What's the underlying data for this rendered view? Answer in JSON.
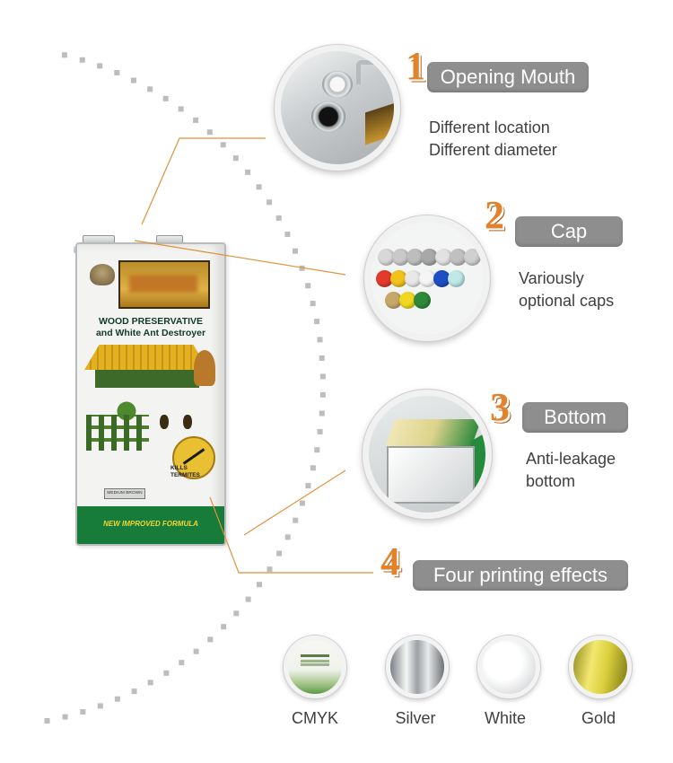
{
  "features": [
    {
      "number": "1",
      "title": "Opening Mouth",
      "description": [
        "Different location",
        "Different diameter"
      ]
    },
    {
      "number": "2",
      "title": "Cap",
      "description": [
        "Variously",
        "optional caps"
      ]
    },
    {
      "number": "3",
      "title": "Bottom",
      "description": [
        "Anti-leakage",
        "bottom"
      ]
    },
    {
      "number": "4",
      "title": "Four printing effects"
    }
  ],
  "printing_effects": [
    "CMYK",
    "Silver",
    "White",
    "Gold"
  ],
  "can_label": {
    "title_line1": "WOOD PRESERVATIVE",
    "title_line2": "and White Ant Destroyer",
    "kills": "KILLS",
    "termites": "TERMITES",
    "shade": "MEDIUM BROWN",
    "formula": "NEW IMPROVED FORMULA"
  },
  "cap_colors": [
    "#d8d8d8",
    "#c9c9c9",
    "#bdbdbd",
    "#a8a8a8",
    "#e2e2e2",
    "#c0c0c0",
    "#d0d0d0",
    "#e33b2b",
    "#f2c21c",
    "#e8e8e8",
    "#f5f5f5",
    "#1d4fc4",
    "#bfe8e8",
    "#c8a86a",
    "#f0d820",
    "#2e8a3a"
  ],
  "colors": {
    "accent_number": "#e0832c",
    "pill_bg": "#8e8e8e",
    "connector": "#e0913c",
    "dots": "#bdbdbd"
  }
}
